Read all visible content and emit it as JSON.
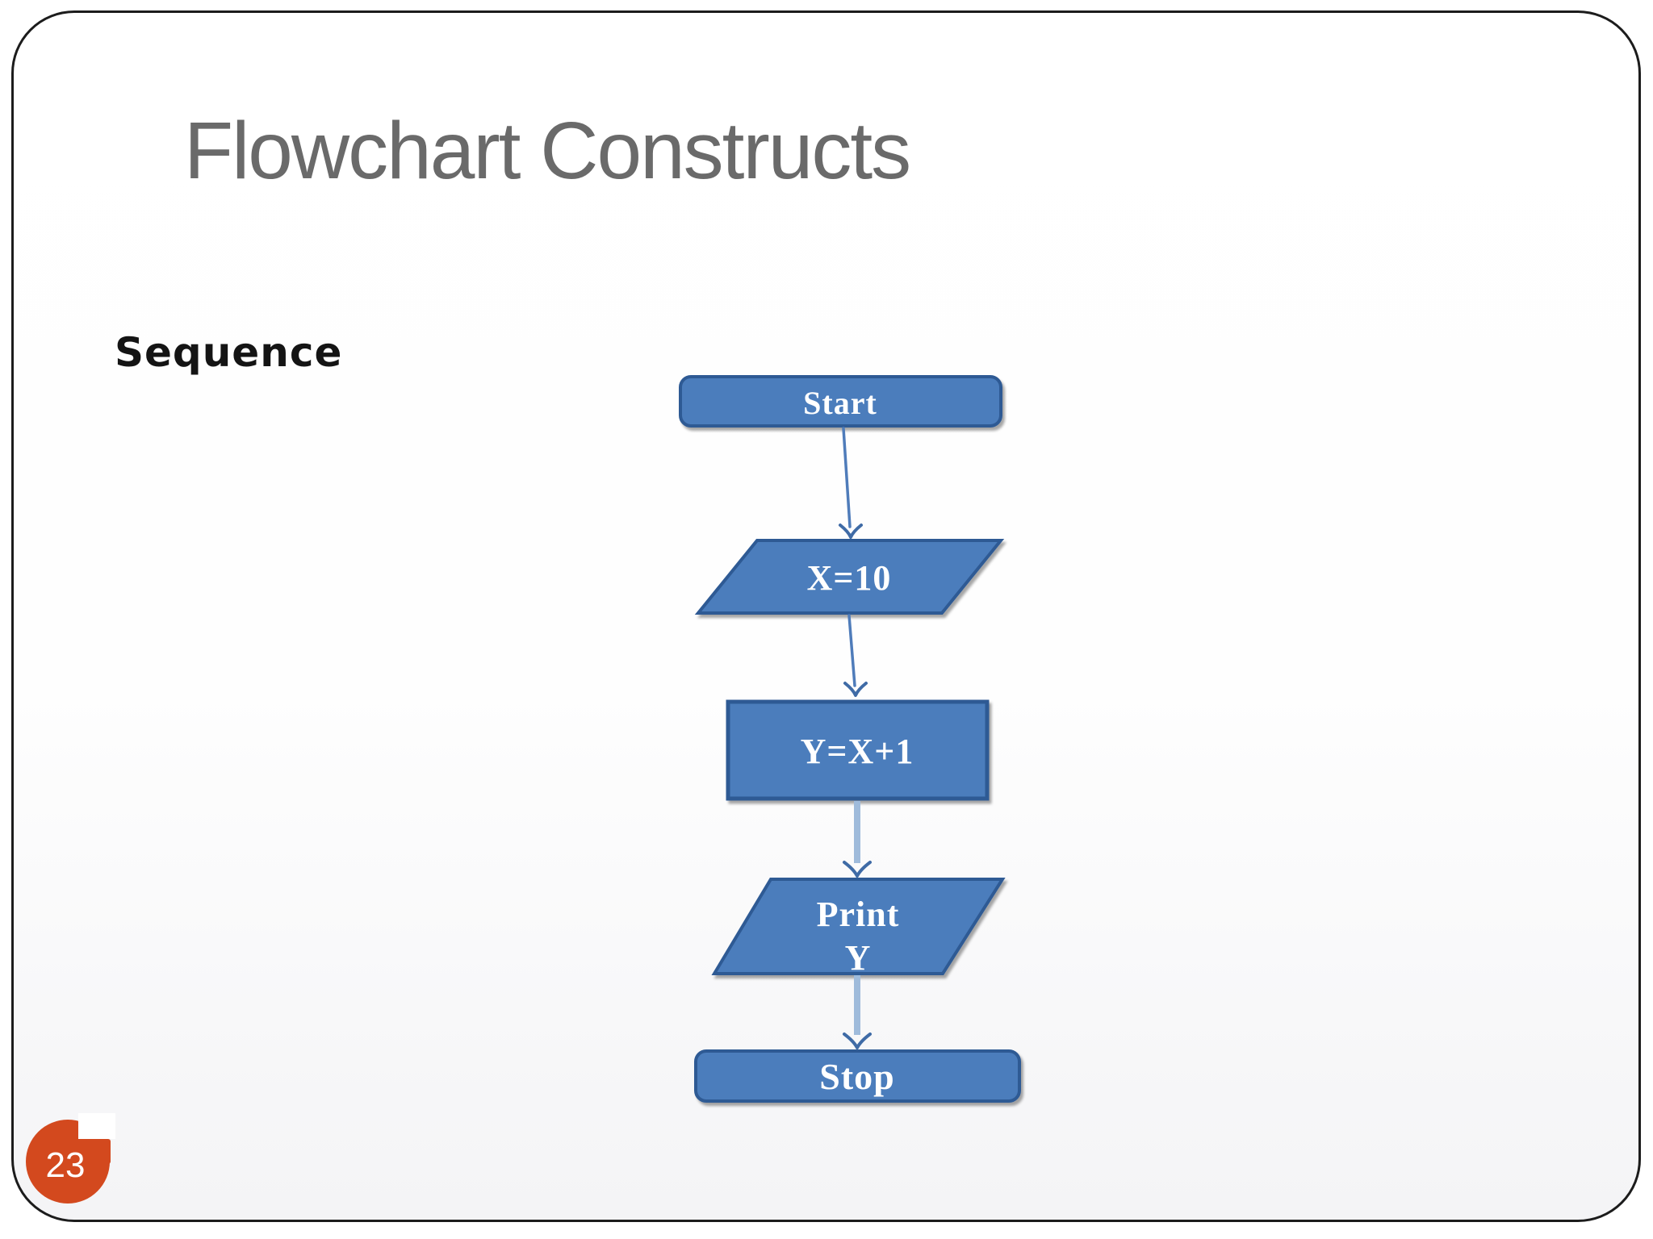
{
  "slide": {
    "title": "Flowchart Constructs",
    "section_label": "Sequence",
    "page_number": "23",
    "colors": {
      "accent": "#d3491e",
      "shape_fill": "#4b7dbc",
      "shape_border": "#2e5a94",
      "arrow_thin": "#4f7cba",
      "arrow_thick": "#9fbbdb",
      "arrow_head": "#3f6ba6",
      "title_color": "#6a6a6a"
    }
  },
  "flowchart": {
    "nodes": [
      {
        "id": "start",
        "type": "terminator",
        "label": "Start"
      },
      {
        "id": "x10",
        "type": "input-output",
        "label": "X=10"
      },
      {
        "id": "yx1",
        "type": "process",
        "label": "Y=X+1"
      },
      {
        "id": "print",
        "type": "input-output",
        "label": "Print",
        "label2": "Y"
      },
      {
        "id": "stop",
        "type": "terminator",
        "label": "Stop"
      }
    ],
    "edges": [
      {
        "from": "start",
        "to": "x10"
      },
      {
        "from": "x10",
        "to": "yx1"
      },
      {
        "from": "yx1",
        "to": "print"
      },
      {
        "from": "print",
        "to": "stop"
      }
    ]
  }
}
